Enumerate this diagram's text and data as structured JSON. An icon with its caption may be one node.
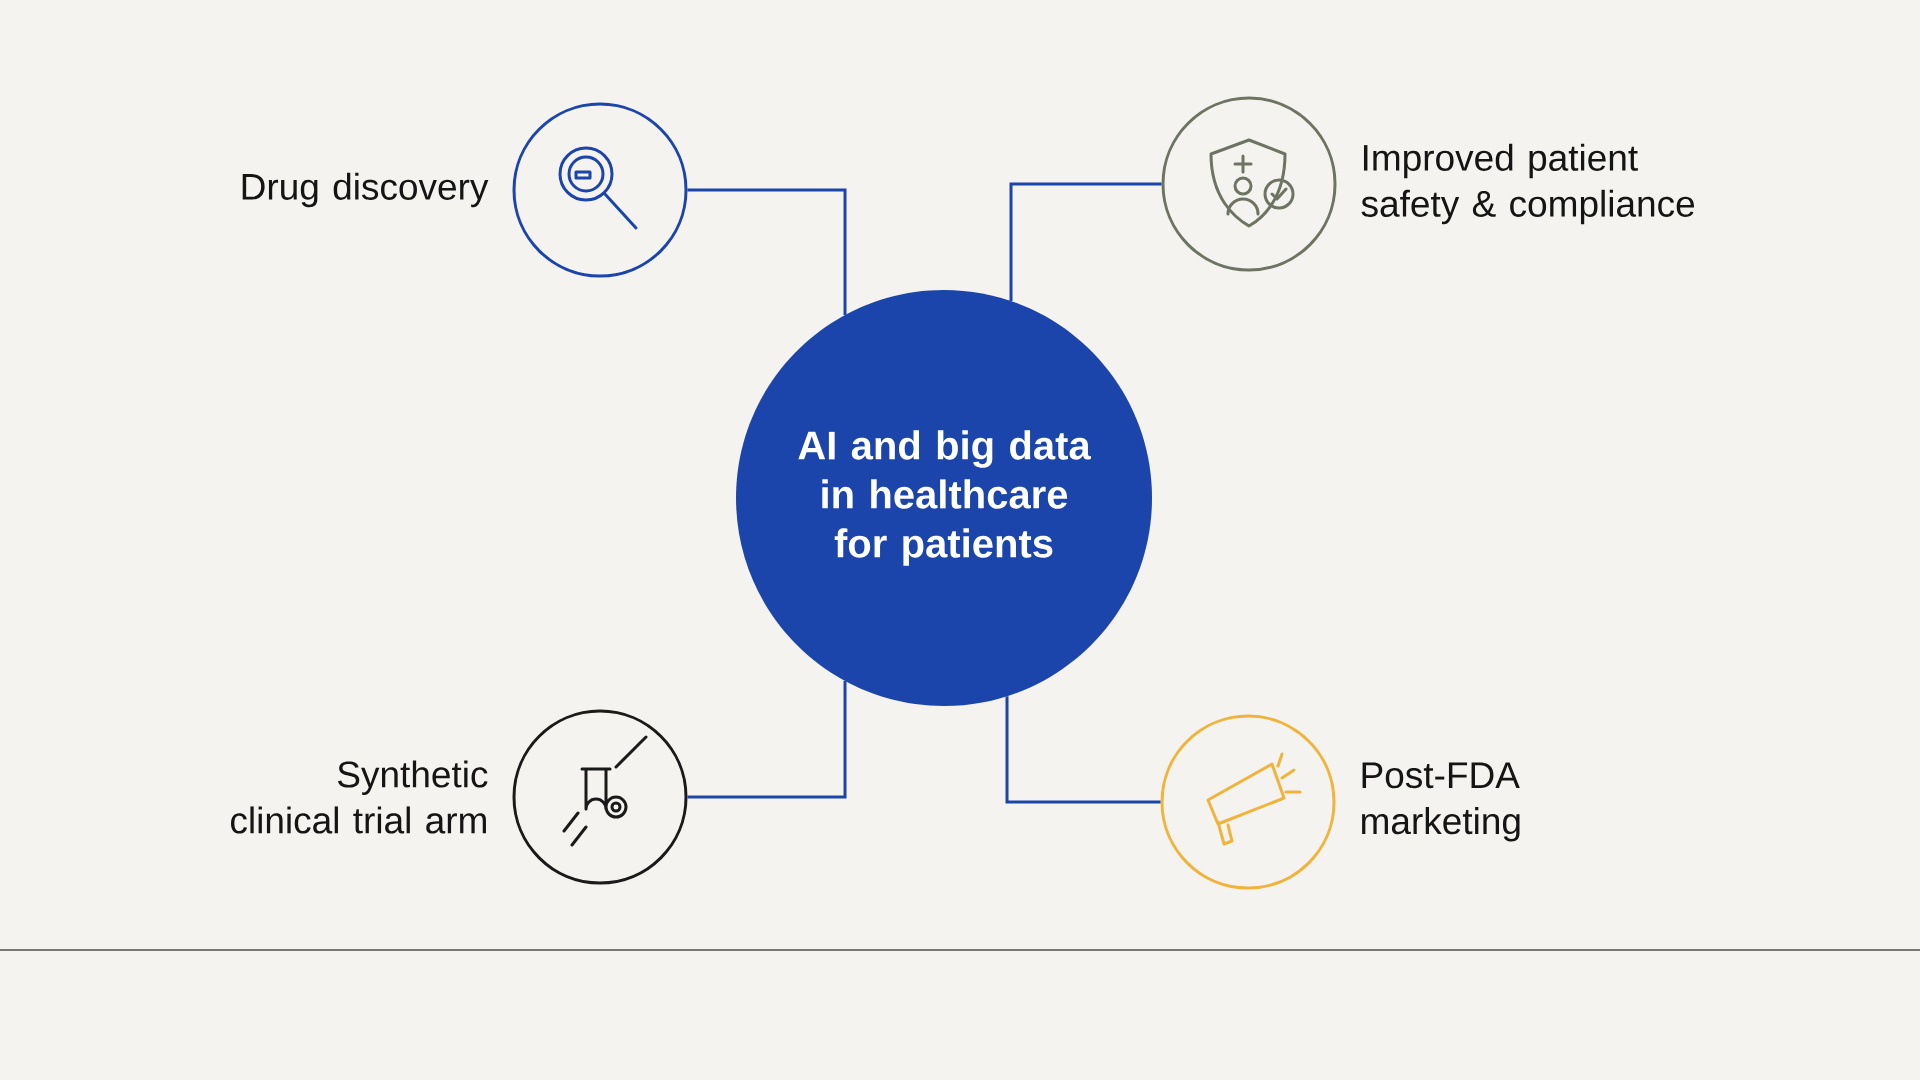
{
  "diagram": {
    "nodes": [
      {
        "text": [
          "AI and big data in healthcare for patients"
        ]
      },
      {
        "text": [],
        "shape": "circle",
        "beside": [
          "Drug discovery"
        ]
      },
      {
        "text": [],
        "shape": "circle",
        "beside": [
          "Improved patient safety & compliance"
        ]
      },
      {
        "text": [],
        "shape": "circle",
        "beside": [
          "Synthetic clinical trial arm"
        ]
      },
      {
        "text": [],
        "shape": "circle",
        "beside": [
          "Post-FDA marketing"
        ]
      }
    ],
    "edges": [
      {
        "from": 0,
        "to": 1,
        "arrow": "none"
      },
      {
        "from": 0,
        "to": 2,
        "arrow": "none"
      },
      {
        "from": 0,
        "to": 3,
        "arrow": "none"
      },
      {
        "from": 0,
        "to": 4,
        "arrow": "none"
      }
    ]
  }
}
